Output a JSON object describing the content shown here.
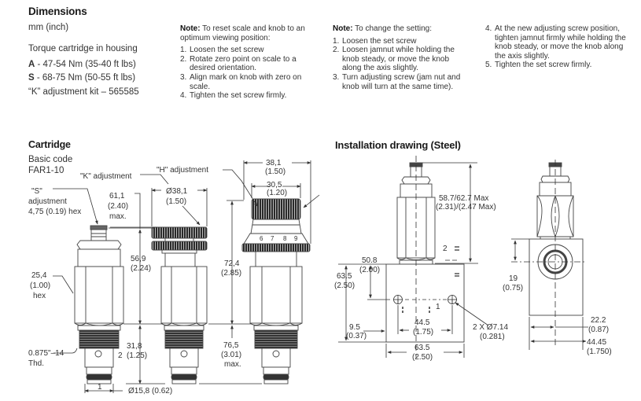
{
  "dimensions": {
    "title": "Dimensions",
    "units": "mm (inch)",
    "torque_heading": "Torque cartridge in housing",
    "torque": [
      {
        "code": "A",
        "value": " - 47-54 Nm (35-40 ft lbs)"
      },
      {
        "code": "S",
        "value": " - 68-75 Nm (50-55 ft lbs)"
      }
    ],
    "kit": "“K” adjustment kit – 565585"
  },
  "note_reset": {
    "label": "Note:",
    "text": " To reset scale and knob to an optimum viewing position:",
    "steps": [
      {
        "n": "1.",
        "text": "Loosen the set screw"
      },
      {
        "n": "2.",
        "text": "Rotate zero point on scale to a desired orientation."
      },
      {
        "n": "3.",
        "text": "Align mark on knob with zero on scale."
      },
      {
        "n": "4.",
        "text": "Tighten the set screw firmly."
      }
    ]
  },
  "note_change": {
    "label": "Note:",
    "text": " To change the setting:",
    "steps": [
      {
        "n": "1.",
        "text": "Loosen the set screw"
      },
      {
        "n": "2.",
        "text": "Loosen jamnut while holding the knob steady, or move the knob along the axis slightly."
      },
      {
        "n": "3.",
        "text": "Turn adjusting screw (jam nut and knob will turn at the same time)."
      }
    ],
    "steps_cont": [
      {
        "n": "4.",
        "text": "At the new adjusting screw position, tighten jamnut firmly while holding the knob steady, or move the knob along the axis slightly."
      },
      {
        "n": "5.",
        "text": "Tighten the set screw firmly."
      }
    ]
  },
  "cartridge": {
    "title": "Cartridge",
    "basic_code_label": "Basic code",
    "basic_code": "FAR1-10",
    "labels": {
      "k_adjust": "\"K\" adjustment",
      "h_adjust": "\"H\" adjustment",
      "s_adjust_1": "\"S\"",
      "s_adjust_2": "adjustment",
      "s_adjust_3": "4,75 (0.19) hex",
      "dim_611_a": "61,1",
      "dim_611_b": "(2.40)",
      "dim_611_c": "max.",
      "dim_381a_a": "Ø38,1",
      "dim_381a_b": "(1.50)",
      "dim_381b_a": "38,1",
      "dim_381b_b": "(1.50)",
      "dim_305_a": "30,5",
      "dim_305_b": "(1.20)",
      "dim_569_a": "56,9",
      "dim_569_b": "(2.24)",
      "dim_724_a": "72,4",
      "dim_724_b": "(2.85)",
      "dim_254_a": "25,4",
      "dim_254_b": "(1.00)",
      "dim_254_c": "hex",
      "thd_a": "0.875\"–14",
      "thd_b": "Thd.",
      "dim_318_a": "31,8",
      "dim_318_b": "(1.25)",
      "port_2": "2",
      "port_1": "1",
      "dim_765_a": "76,5",
      "dim_765_b": "(3.01)",
      "dim_765_c": "max.",
      "dim_158": "Ø15,8  (0.62)",
      "scale_digits": [
        "6",
        "7",
        "8",
        "9"
      ]
    }
  },
  "installation": {
    "title": "Installation drawing (Steel)",
    "labels": {
      "height_a": "58.7/62.7 Max",
      "height_b": "(2.31)/(2.47 Max)",
      "dim_635v_a": "63.5",
      "dim_635v_b": "(2.50)",
      "dim_508_a": "50.8",
      "dim_508_b": "(2.00)",
      "port_2": "2",
      "port_1": "1",
      "dim_95_a": "9.5",
      "dim_95_b": "(0.37)",
      "dim_445_a": "44.5",
      "dim_445_b": "(1.75)",
      "dim_635h_a": "63.5",
      "dim_635h_b": "(2.50)",
      "holes_a": "2 X Ø7.14",
      "holes_b": "(0.281)",
      "dim_19_a": "19",
      "dim_19_b": "(0.75)",
      "dim_222_a": "22.2",
      "dim_222_b": "(0.87)",
      "dim_4445_a": "44.45",
      "dim_4445_b": "(1.750)"
    }
  }
}
